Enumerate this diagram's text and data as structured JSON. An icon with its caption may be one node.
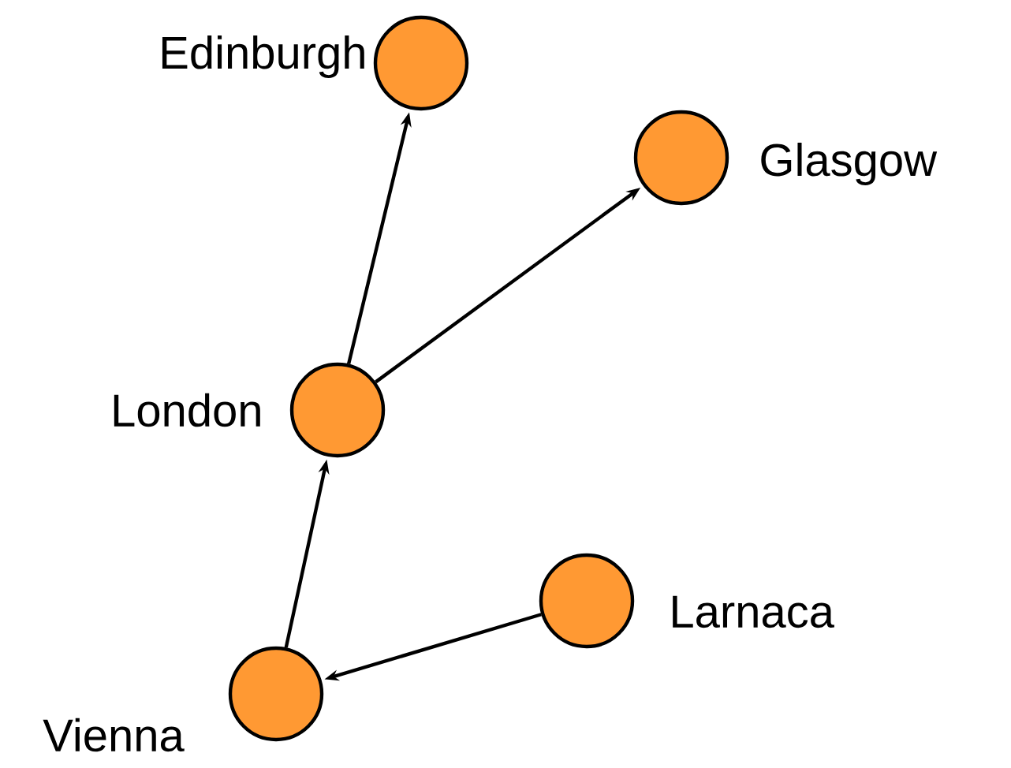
{
  "diagram": {
    "nodes": [
      {
        "text": [],
        "shape": "circle",
        "beside": [
          "Edinburgh"
        ]
      },
      {
        "text": [],
        "shape": "circle",
        "beside": [
          "Glasgow"
        ]
      },
      {
        "text": [],
        "shape": "circle",
        "beside": [
          "London"
        ]
      },
      {
        "text": [],
        "shape": "circle",
        "beside": [
          "Larnaca"
        ]
      },
      {
        "text": [],
        "shape": "circle",
        "beside": [
          "Vienna"
        ]
      }
    ],
    "edges": [
      {
        "from": 2,
        "to": 0,
        "arrow": "to"
      },
      {
        "from": 2,
        "to": 1,
        "arrow": "to"
      },
      {
        "from": 4,
        "to": 2,
        "arrow": "to"
      },
      {
        "from": 3,
        "to": 4,
        "arrow": "to"
      }
    ]
  }
}
